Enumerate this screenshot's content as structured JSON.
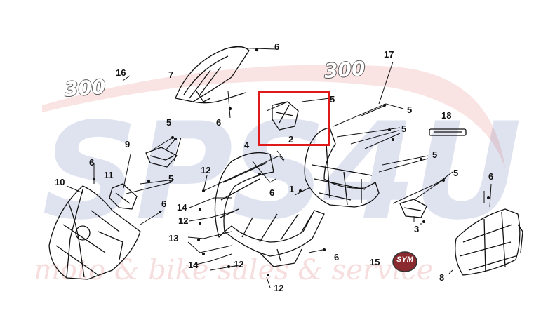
{
  "watermark": {
    "brand": "SPS4U",
    "tagline": "moto & bike sales & service"
  },
  "badge": {
    "text": "SYM"
  },
  "decal_text": [
    "300",
    "300"
  ],
  "callouts": [
    {
      "id": "c1",
      "text": "1"
    },
    {
      "id": "c2",
      "text": "2"
    },
    {
      "id": "c3",
      "text": "3"
    },
    {
      "id": "c4",
      "text": "4"
    },
    {
      "id": "c5a",
      "text": "5"
    },
    {
      "id": "c5b",
      "text": "5"
    },
    {
      "id": "c5c",
      "text": "5"
    },
    {
      "id": "c5d",
      "text": "5"
    },
    {
      "id": "c5e",
      "text": "5"
    },
    {
      "id": "c5f",
      "text": "5"
    },
    {
      "id": "c5g",
      "text": "5"
    },
    {
      "id": "c6a",
      "text": "6"
    },
    {
      "id": "c6b",
      "text": "6"
    },
    {
      "id": "c6c",
      "text": "6"
    },
    {
      "id": "c6d",
      "text": "6"
    },
    {
      "id": "c6e",
      "text": "6"
    },
    {
      "id": "c6f",
      "text": "6"
    },
    {
      "id": "c6g",
      "text": "6"
    },
    {
      "id": "c7",
      "text": "7"
    },
    {
      "id": "c8",
      "text": "8"
    },
    {
      "id": "c9",
      "text": "9"
    },
    {
      "id": "c10",
      "text": "10"
    },
    {
      "id": "c11",
      "text": "11"
    },
    {
      "id": "c12a",
      "text": "12"
    },
    {
      "id": "c12b",
      "text": "12"
    },
    {
      "id": "c12c",
      "text": "12"
    },
    {
      "id": "c12d",
      "text": "12"
    },
    {
      "id": "c13",
      "text": "13"
    },
    {
      "id": "c14a",
      "text": "14"
    },
    {
      "id": "c14b",
      "text": "14"
    },
    {
      "id": "c15",
      "text": "15"
    },
    {
      "id": "c16",
      "text": "16"
    },
    {
      "id": "c17",
      "text": "17"
    },
    {
      "id": "c18",
      "text": "18"
    }
  ],
  "highlighted_part": "2",
  "colors": {
    "line": "#111111",
    "highlight": "#e0191b",
    "watermark_blue": "#3d5aa6",
    "watermark_red": "#d23a3a"
  }
}
